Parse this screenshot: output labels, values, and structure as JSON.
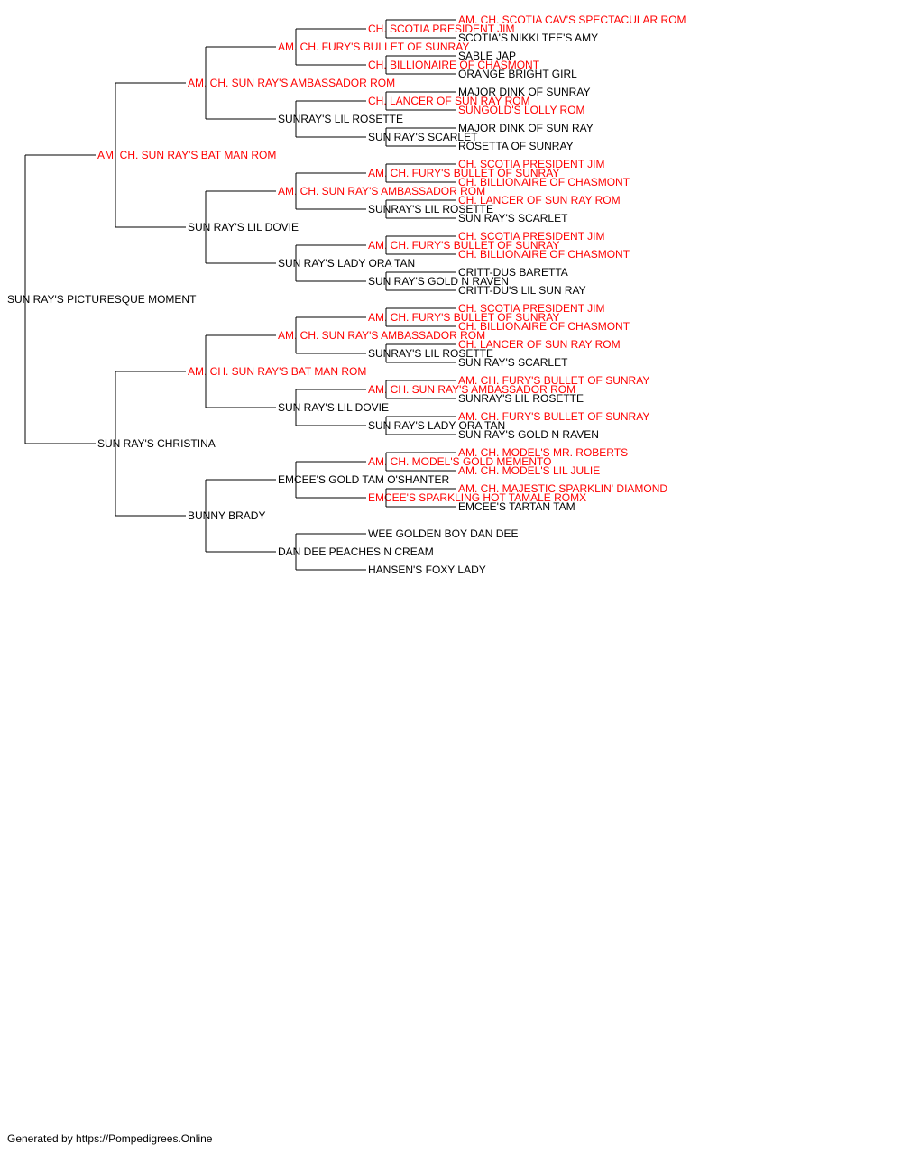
{
  "colors": {
    "champion": "#ff0000",
    "normal": "#000000",
    "line": "#000000"
  },
  "pedigree": {
    "name": "SUN RAY'S PICTURESQUE MOMENT",
    "champion": false,
    "sire": {
      "name": "AM. CH. SUN RAY'S BAT MAN ROM",
      "champion": true,
      "sire": {
        "name": "AM. CH. SUN RAY'S AMBASSADOR ROM",
        "champion": true,
        "sire": {
          "name": "AM. CH. FURY'S BULLET OF SUNRAY",
          "champion": true,
          "sire": {
            "name": "CH. SCOTIA PRESIDENT JIM",
            "champion": true,
            "sire": {
              "name": "AM. CH. SCOTIA CAV'S SPECTACULAR ROM",
              "champion": true
            },
            "dam": {
              "name": "SCOTIA'S NIKKI TEE'S AMY",
              "champion": false
            }
          },
          "dam": {
            "name": "CH. BILLIONAIRE OF CHASMONT",
            "champion": true,
            "sire": {
              "name": "SABLE JAP",
              "champion": false
            },
            "dam": {
              "name": "ORANGE BRIGHT GIRL",
              "champion": false
            }
          }
        },
        "dam": {
          "name": "SUNRAY'S LIL ROSETTE",
          "champion": false,
          "sire": {
            "name": "CH. LANCER OF SUN RAY ROM",
            "champion": true,
            "sire": {
              "name": "MAJOR DINK OF SUNRAY",
              "champion": false
            },
            "dam": {
              "name": "SUNGOLD'S LOLLY ROM",
              "champion": true
            }
          },
          "dam": {
            "name": "SUN RAY'S SCARLET",
            "champion": false,
            "sire": {
              "name": "MAJOR DINK OF SUN RAY",
              "champion": false
            },
            "dam": {
              "name": "ROSETTA OF SUNRAY",
              "champion": false
            }
          }
        }
      },
      "dam": {
        "name": "SUN RAY'S LIL DOVIE",
        "champion": false,
        "sire": {
          "name": "AM. CH. SUN RAY'S AMBASSADOR ROM",
          "champion": true,
          "sire": {
            "name": "AM. CH. FURY'S BULLET OF SUNRAY",
            "champion": true,
            "sire": {
              "name": "CH. SCOTIA PRESIDENT JIM",
              "champion": true
            },
            "dam": {
              "name": "CH. BILLIONAIRE OF CHASMONT",
              "champion": true
            }
          },
          "dam": {
            "name": "SUNRAY'S LIL ROSETTE",
            "champion": false,
            "sire": {
              "name": "CH. LANCER OF SUN RAY ROM",
              "champion": true
            },
            "dam": {
              "name": "SUN RAY'S SCARLET",
              "champion": false
            }
          }
        },
        "dam": {
          "name": "SUN RAY'S LADY ORA TAN",
          "champion": false,
          "sire": {
            "name": "AM. CH. FURY'S BULLET OF SUNRAY",
            "champion": true,
            "sire": {
              "name": "CH. SCOTIA PRESIDENT JIM",
              "champion": true
            },
            "dam": {
              "name": "CH. BILLIONAIRE OF CHASMONT",
              "champion": true
            }
          },
          "dam": {
            "name": "SUN RAY'S GOLD N RAVEN",
            "champion": false,
            "sire": {
              "name": "CRITT-DUS BARETTA",
              "champion": false
            },
            "dam": {
              "name": "CRITT-DU'S LIL SUN RAY",
              "champion": false
            }
          }
        }
      }
    },
    "dam": {
      "name": "SUN RAY'S CHRISTINA",
      "champion": false,
      "sire": {
        "name": "AM. CH. SUN RAY'S BAT MAN ROM",
        "champion": true,
        "sire": {
          "name": "AM. CH. SUN RAY'S AMBASSADOR ROM",
          "champion": true,
          "sire": {
            "name": "AM. CH. FURY'S BULLET OF SUNRAY",
            "champion": true,
            "sire": {
              "name": "CH. SCOTIA PRESIDENT JIM",
              "champion": true
            },
            "dam": {
              "name": "CH. BILLIONAIRE OF CHASMONT",
              "champion": true
            }
          },
          "dam": {
            "name": "SUNRAY'S LIL ROSETTE",
            "champion": false,
            "sire": {
              "name": "CH. LANCER OF SUN RAY ROM",
              "champion": true
            },
            "dam": {
              "name": "SUN RAY'S SCARLET",
              "champion": false
            }
          }
        },
        "dam": {
          "name": "SUN RAY'S LIL DOVIE",
          "champion": false,
          "sire": {
            "name": "AM. CH. SUN RAY'S AMBASSADOR ROM",
            "champion": true,
            "sire": {
              "name": "AM. CH. FURY'S BULLET OF SUNRAY",
              "champion": true
            },
            "dam": {
              "name": "SUNRAY'S LIL ROSETTE",
              "champion": false
            }
          },
          "dam": {
            "name": "SUN RAY'S LADY ORA TAN",
            "champion": false,
            "sire": {
              "name": "AM. CH. FURY'S BULLET OF SUNRAY",
              "champion": true
            },
            "dam": {
              "name": "SUN RAY'S GOLD N RAVEN",
              "champion": false
            }
          }
        }
      },
      "dam": {
        "name": "BUNNY BRADY",
        "champion": false,
        "sire": {
          "name": "EMCEE'S GOLD TAM O'SHANTER",
          "champion": false,
          "sire": {
            "name": "AM. CH. MODEL'S GOLD MEMENTO",
            "champion": true,
            "sire": {
              "name": "AM. CH. MODEL'S MR. ROBERTS",
              "champion": true
            },
            "dam": {
              "name": "AM. CH. MODEL'S LIL JULIE",
              "champion": true
            }
          },
          "dam": {
            "name": "EMCEE'S SPARKLING HOT TAMALE ROMX",
            "champion": true,
            "sire": {
              "name": "AM. CH. MAJESTIC SPARKLIN' DIAMOND",
              "champion": true
            },
            "dam": {
              "name": "EMCEE'S TARTAN TAM",
              "champion": false
            }
          }
        },
        "dam": {
          "name": "DAN DEE PEACHES N CREAM",
          "champion": false,
          "sire": {
            "name": "WEE GOLDEN BOY DAN DEE",
            "champion": false
          },
          "dam": {
            "name": "HANSEN'S FOXY LADY",
            "champion": false
          }
        }
      }
    }
  },
  "footer": "Generated by https://Pompedigrees.Online"
}
